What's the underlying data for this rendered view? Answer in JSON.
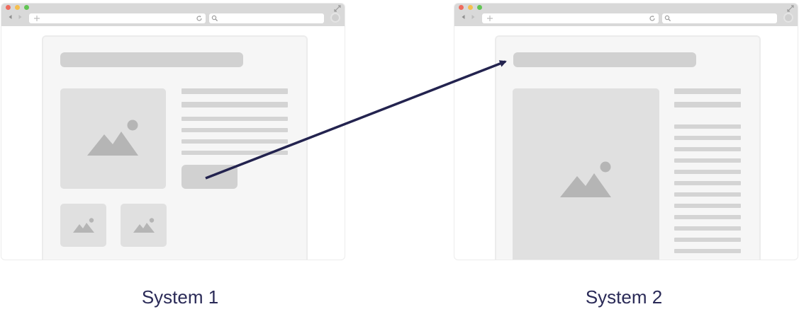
{
  "systems": [
    {
      "label": "System 1",
      "icons": {
        "window_controls": [
          "close-dot",
          "minimize-dot",
          "zoom-dot"
        ],
        "navigation": [
          "back-arrow-icon",
          "forward-arrow-icon",
          "plus-icon",
          "reload-icon",
          "search-icon",
          "expand-icon"
        ]
      }
    },
    {
      "label": "System 2",
      "icons": {
        "window_controls": [
          "close-dot",
          "minimize-dot",
          "zoom-dot"
        ],
        "navigation": [
          "back-arrow-icon",
          "forward-arrow-icon",
          "plus-icon",
          "reload-icon",
          "search-icon",
          "expand-icon"
        ]
      }
    }
  ],
  "arrow": {
    "from": "System 1",
    "to": "System 2",
    "color": "#23234f"
  },
  "colors": {
    "titlebar": "#d9d9d9",
    "placeholder_dark": "#d1d1d1",
    "placeholder_light": "#e0e0e0",
    "image_glyph": "#b5b5b5",
    "caption_text": "#2a2a57"
  }
}
